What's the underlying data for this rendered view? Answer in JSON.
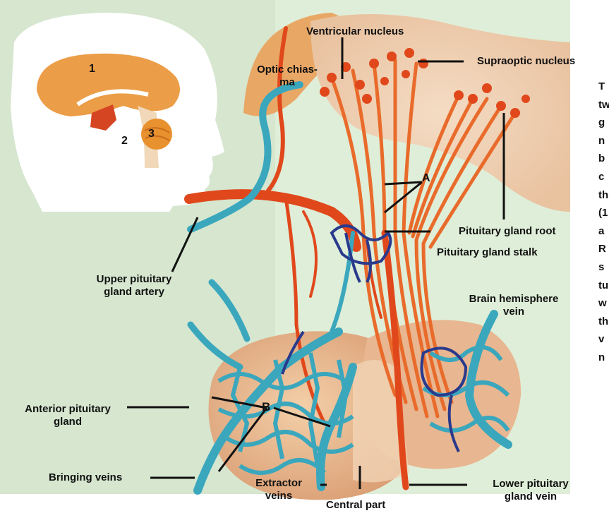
{
  "labels": {
    "ventricular_nucleus": "Ventricular nucleus",
    "supraoptic_nucleus": "Supraoptic nucleus",
    "optic_chiasma_1": "Optic chias-",
    "optic_chiasma_2": "ma",
    "pituitary_root": "Pituitary gland root",
    "pituitary_stalk": "Pituitary gland stalk",
    "upper_artery_1": "Upper pituitary",
    "upper_artery_2": "gland artery",
    "brain_vein_1": "Brain hemisphere",
    "brain_vein_2": "vein",
    "anterior_1": "Anterior pituitary",
    "anterior_2": "gland",
    "bringing_veins": "Bringing veins",
    "extractor_1": "Extractor",
    "extractor_2": "veins",
    "central_part": "Central part",
    "lower_vein_1": "Lower pituitary",
    "lower_vein_2": "gland vein",
    "marker_a": "A",
    "marker_b": "B"
  },
  "inset_numbers": [
    "1",
    "2",
    "3"
  ],
  "side_text": [
    "T",
    "tw",
    "g",
    "n",
    "b",
    "c",
    "th",
    "(1",
    "a",
    "R",
    "s",
    "tu",
    "w",
    "th",
    "v",
    "n"
  ],
  "colors": {
    "artery": "#e0481c",
    "vein": "#3aa7bd",
    "dark_vessel": "#2a3a8c",
    "tissue": "#e9ae82",
    "brain": "#eb9d47",
    "background_panel": "#d6e6cf"
  }
}
